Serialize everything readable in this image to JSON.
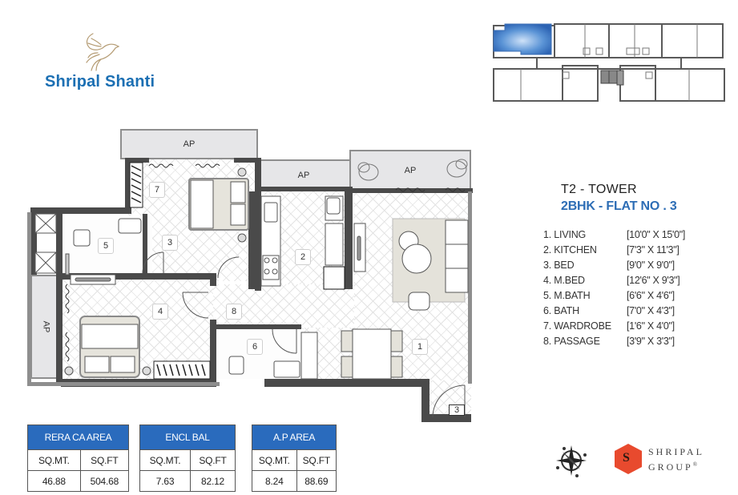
{
  "brand": {
    "project_name": "Shripal Shanti",
    "logo_icon": "dove-icon",
    "primary_color": "#1b6fb3"
  },
  "keyplan": {
    "icon": "key-plan-icon",
    "highlight_color": "#2d6db5"
  },
  "title": {
    "tower": "T2  -  TOWER",
    "flat": "2BHK - FLAT NO . 3"
  },
  "rooms": [
    {
      "name": "1.  LIVING",
      "dim": "[10'0\" X 15'0\"]"
    },
    {
      "name": "2.  KITCHEN",
      "dim": "[7'3\" X 11'3\"]"
    },
    {
      "name": "3.  BED",
      "dim": "[9'0\" X 9'0\"]"
    },
    {
      "name": "4.  M.BED",
      "dim": "[12'6\" X 9'3\"]"
    },
    {
      "name": "5.  M.BATH",
      "dim": "[6'6\" X 4'6\"]"
    },
    {
      "name": "6.  BATH",
      "dim": "[7'0\" X 4'3\"]"
    },
    {
      "name": "7.  WARDROBE",
      "dim": "[1'6\" X 4'0\"]"
    },
    {
      "name": "8.  PASSAGE",
      "dim": "[3'9\" X 3'3\"]"
    }
  ],
  "plan": {
    "ap_label": "AP",
    "labels": {
      "living": "1",
      "kitchen": "2",
      "bed": "3",
      "mbed": "4",
      "mbath": "5",
      "bath": "6",
      "wardrobe": "7",
      "passage": "8",
      "entry": "3"
    }
  },
  "tables": [
    {
      "title": "RERA CA AREA",
      "cols": [
        "SQ.MT.",
        "SQ.FT"
      ],
      "values": [
        "46.88",
        "504.68"
      ]
    },
    {
      "title": "ENCL BAL",
      "cols": [
        "SQ.MT.",
        "SQ.FT"
      ],
      "values": [
        "7.63",
        "82.12"
      ]
    },
    {
      "title": "A.P AREA",
      "cols": [
        "SQ.MT.",
        "SQ.FT"
      ],
      "values": [
        "8.24",
        "88.69"
      ]
    }
  ],
  "footer": {
    "compass_icon": "compass-rose-icon",
    "group_letter": "S",
    "group_line1": "SHRIPAL",
    "group_line2": "GROUP",
    "group_mark": "®",
    "group_color": "#e84a2e"
  }
}
